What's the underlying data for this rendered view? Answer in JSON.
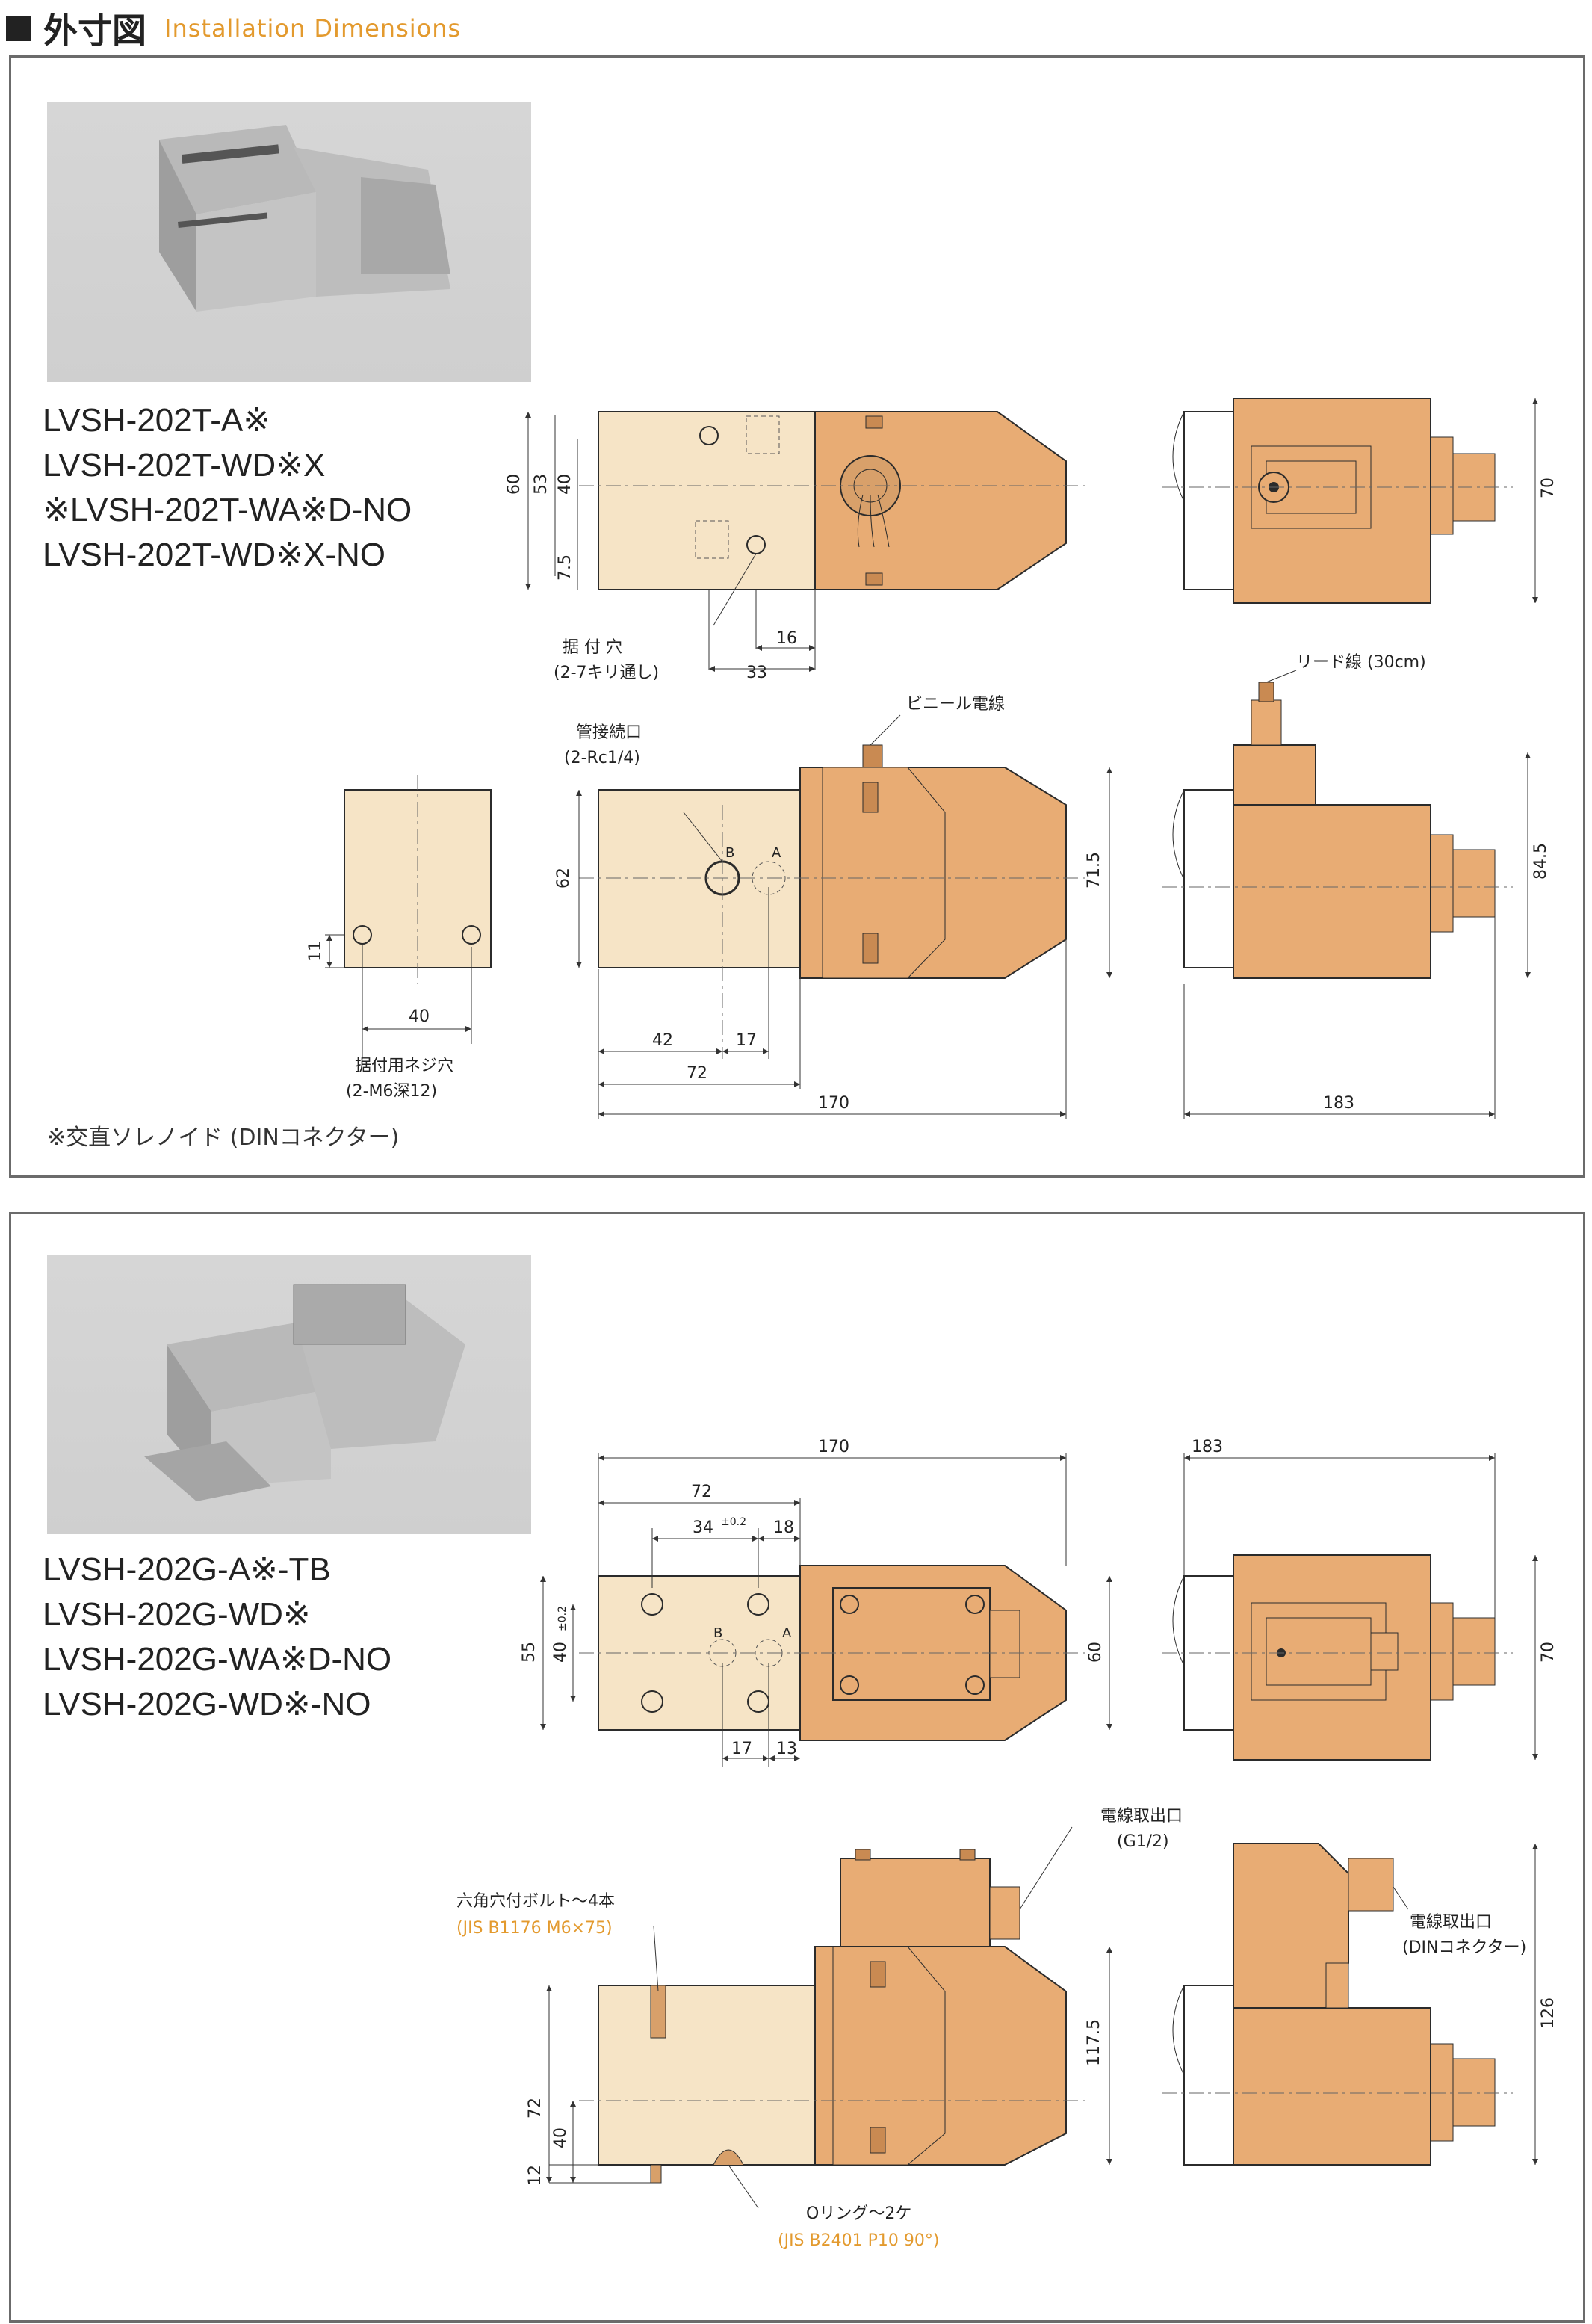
{
  "header": {
    "title_jp": "外寸図",
    "title_en": "Installation Dimensions"
  },
  "section1": {
    "models": [
      "LVSH-202T-A※",
      "LVSH-202T-WD※X",
      "※LVSH-202T-WA※D-NO",
      "LVSH-202T-WD※X-NO"
    ],
    "labels": {
      "mount_hole": "据 付 穴",
      "mount_hole_spec": "(2-7キリ通し)",
      "port_conn": "管接続口",
      "port_conn_spec": "(2-Rc1/4)",
      "vinyl_wire": "ビニール電線",
      "lead_wire": "リード線 (30cm)",
      "mount_screw": "据付用ネジ穴",
      "mount_screw_spec": "(2-M6深12)",
      "port_b": "B",
      "port_a": "A"
    },
    "dims": {
      "d60": "60",
      "d53": "53",
      "d40": "40",
      "d75": "7.5",
      "d16": "16",
      "d33": "33",
      "d70": "70",
      "d62": "62",
      "d715": "71.5",
      "d845": "84.5",
      "d11": "11",
      "d40b": "40",
      "d42": "42",
      "d17": "17",
      "d72": "72",
      "d170": "170",
      "d183": "183"
    },
    "footnote": "※交直ソレノイド (DINコネクター)"
  },
  "section2": {
    "models": [
      "LVSH-202G-A※-TB",
      "LVSH-202G-WD※",
      "LVSH-202G-WA※D-NO",
      "LVSH-202G-WD※-NO"
    ],
    "labels": {
      "port_b": "B",
      "port_a": "A",
      "wire_outlet": "電線取出口",
      "wire_outlet_spec": "(G1/2)",
      "wire_outlet_din": "電線取出口",
      "wire_outlet_din_spec": "(DINコネクター)",
      "hex_bolt": "六角穴付ボルト～4本",
      "hex_bolt_spec": "(JIS B1176 M6×75)",
      "oring": "Oリング～2ケ",
      "oring_spec": "(JIS B2401 P10 90°)"
    },
    "dims": {
      "d170": "170",
      "d183": "183",
      "d72": "72",
      "d34": "34",
      "d34tol": "±0.2",
      "d18": "18",
      "d55": "55",
      "d40": "40",
      "d40tol": "±0.2",
      "d60": "60",
      "d70": "70",
      "d17": "17",
      "d13": "13",
      "d1175": "117.5",
      "d126": "126",
      "d72b": "72",
      "d40b": "40",
      "d12": "12"
    }
  },
  "colors": {
    "orange_body": "#e8ac74",
    "orange_dark": "#c98a52",
    "block_body": "#f6e4c6",
    "outline": "#2b2b2b",
    "accent_text": "#e39a2e",
    "panel_border": "#6b6b6b"
  }
}
